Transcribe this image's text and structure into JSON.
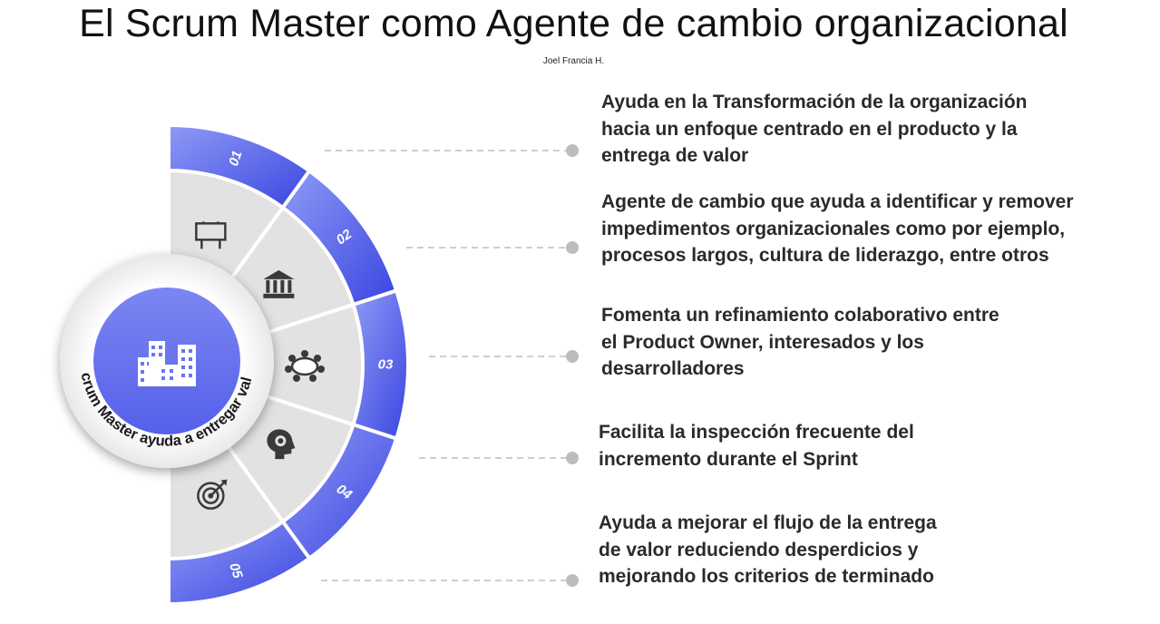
{
  "title": "El Scrum Master como Agente de cambio organizacional",
  "author": "Joel Francia H.",
  "center_label": "Scrum Master ayuda a entregar valor",
  "colors": {
    "accent_light": "#8a95f5",
    "accent_dark": "#3b46e2",
    "segment_fill": "#e3e3e3",
    "connector": "#bdbdbd",
    "icon": "#3a3a3a"
  },
  "items": [
    {
      "number": "01",
      "icon": "billboard-icon",
      "lines": [
        "Ayuda en la Transformación de la organización",
        "hacia un enfoque centrado en el producto y la",
        "entrega de valor"
      ]
    },
    {
      "number": "02",
      "icon": "institution-icon",
      "lines": [
        "Agente de cambio que ayuda a identificar y remover",
        "impedimentos organizacionales como por ejemplo,",
        "procesos largos, cultura de liderazgo, entre otros"
      ]
    },
    {
      "number": "03",
      "icon": "meeting-table-icon",
      "lines": [
        "Fomenta un refinamiento colaborativo entre",
        "el Product Owner, interesados y los",
        "desarrolladores"
      ]
    },
    {
      "number": "04",
      "icon": "head-brain-icon",
      "lines": [
        "Facilita la inspección frecuente del",
        "incremento durante el Sprint"
      ]
    },
    {
      "number": "05",
      "icon": "target-icon",
      "lines": [
        "Ayuda a mejorar el flujo de la entrega",
        "de valor reduciendo desperdicios y",
        "mejorando los criterios de terminado"
      ]
    }
  ]
}
